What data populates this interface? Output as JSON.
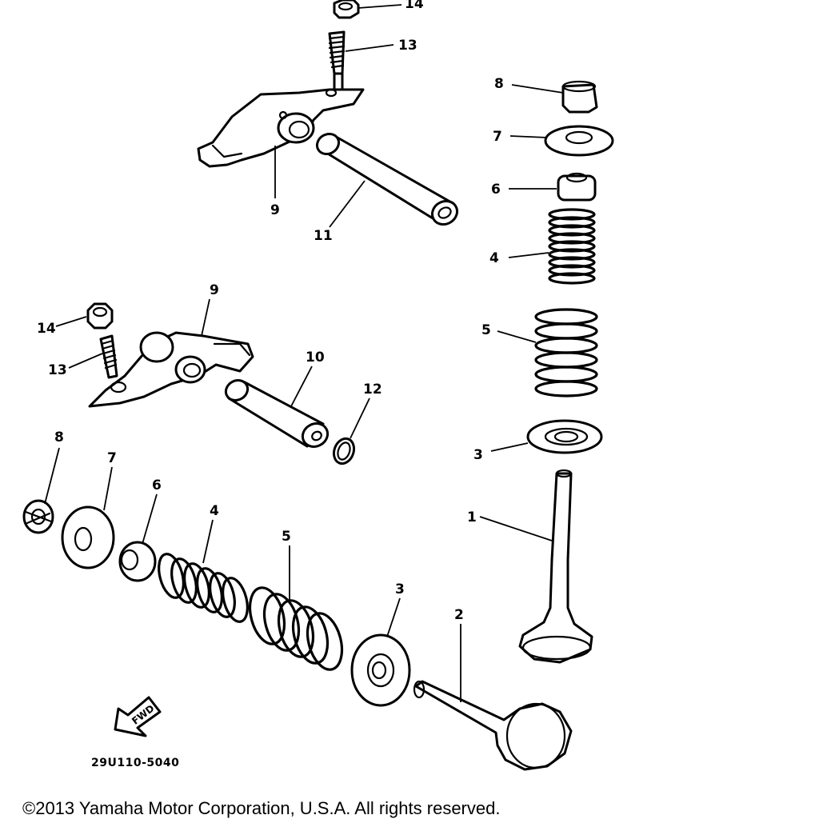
{
  "diagram": {
    "callouts": {
      "c14_top": "14",
      "c13_top": "13",
      "c9_top": "9",
      "c11": "11",
      "c8_right": "8",
      "c7_right": "7",
      "c6_right": "6",
      "c4_right": "4",
      "c5_right": "5",
      "c3_right": "3",
      "c1": "1",
      "c9_mid": "9",
      "c14_left": "14",
      "c13_left": "13",
      "c10": "10",
      "c12": "12",
      "c8_left": "8",
      "c7_left": "7",
      "c6_left": "6",
      "c4_left": "4",
      "c5_left": "5",
      "c3_left": "3",
      "c2": "2"
    },
    "fwd_label": "FWD",
    "drawing_code": "29U110-5040"
  },
  "footer": {
    "copyright": "©2013 Yamaha Motor Corporation, U.S.A. All rights reserved."
  }
}
